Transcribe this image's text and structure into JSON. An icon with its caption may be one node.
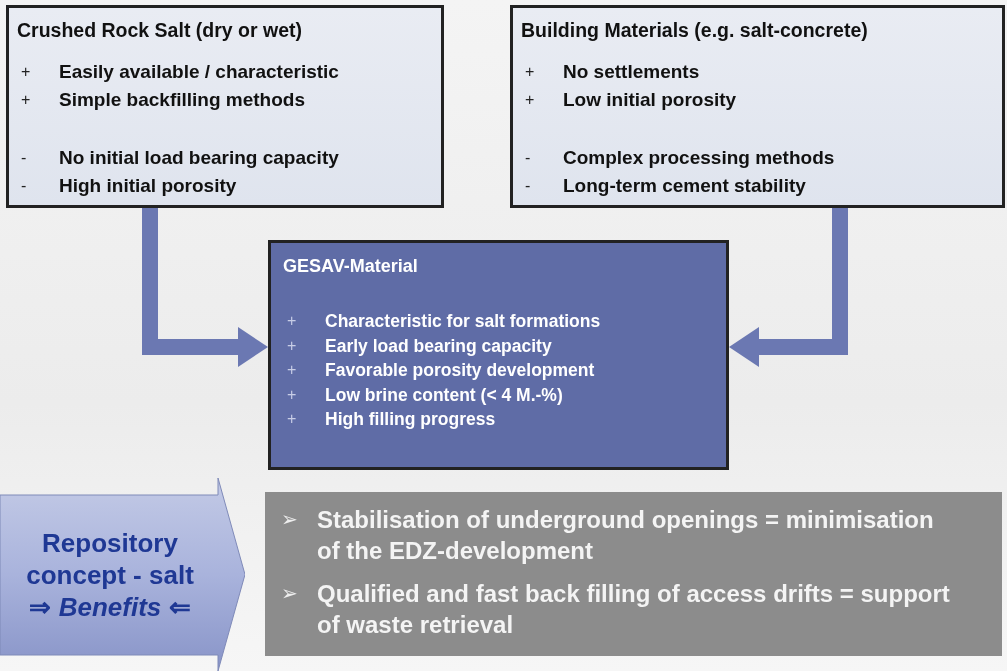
{
  "diagram": {
    "nodes": [
      {
        "text": [
          "Crushed Rock Salt (dry or wet)",
          "+ Easily available / characteristic",
          "+ Simple backfilling methods",
          "- No initial load bearing capacity",
          "- High initial porosity"
        ]
      },
      {
        "text": [
          "Building Materials (e.g. salt-concrete)",
          "+ No settlements",
          "+ Low initial porosity",
          "- Complex processing methods",
          "- Long-term cement stability"
        ]
      },
      {
        "text": [
          "GESAV-Material",
          "+ Characteristic for salt formations",
          "+ Early load bearing capacity",
          "+ Favorable porosity development",
          "+ Low brine content (< 4 M.-%)",
          "+ High filling progress"
        ]
      },
      {
        "text": [
          "Repository concept - salt",
          "⇒ *Benefits* ⇐"
        ]
      },
      {
        "text": [
          "➢ Stabilisation of underground openings = minimisation of the EDZ-development",
          "➢ Qualified and fast back filling of access drifts = support of waste retrieval"
        ]
      }
    ],
    "edges": [
      {
        "from": 0,
        "to": 2,
        "arrow": "to"
      },
      {
        "from": 1,
        "to": 2,
        "arrow": "to"
      }
    ]
  }
}
